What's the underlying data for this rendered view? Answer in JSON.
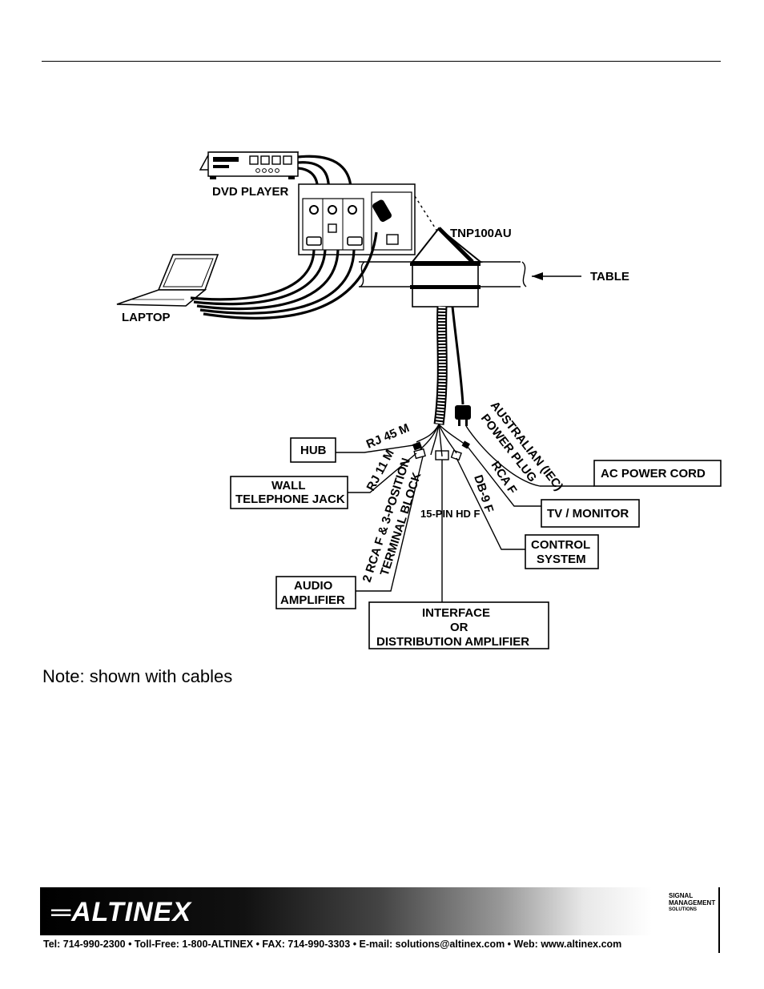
{
  "labels": {
    "dvd_player": "DVD PLAYER",
    "tnp": "TNP100AU",
    "table": "TABLE",
    "laptop": "LAPTOP",
    "hub": "HUB",
    "wall_jack_1": "WALL",
    "wall_jack_2": "TELEPHONE JACK",
    "rj45": "RJ 45 M",
    "rj11": "RJ 11 M",
    "rca_terminal_1": "2 RCA F & 3-POSITION",
    "rca_terminal_2": "TERMINAL BLOCK",
    "audio_amp_1": "AUDIO",
    "audio_amp_2": "AMPLIFIER",
    "hd15": "15-PIN HD F",
    "interface_1": "INTERFACE",
    "interface_2": "OR",
    "interface_3": "DISTRIBUTION AMPLIFIER",
    "db9": "DB-9 F",
    "control_1": "CONTROL",
    "control_2": "SYSTEM",
    "rcaf": "RCA F",
    "tv_monitor": "TV / MONITOR",
    "aus_plug_1": "AUSTRALIAN (IEC)",
    "aus_plug_2": "POWER PLUG",
    "ac_power": "AC POWER CORD"
  },
  "note": "Note: shown with cables",
  "footer": {
    "logo": "═ALTINEX",
    "badge_line1": "SIGNAL",
    "badge_line2": "MANAGEMENT",
    "badge_line3": "SOLUTIONS",
    "contact": "Tel: 714-990-2300 • Toll-Free: 1-800-ALTINEX • FAX: 714-990-3303 • E-mail: solutions@altinex.com • Web: www.altinex.com"
  }
}
